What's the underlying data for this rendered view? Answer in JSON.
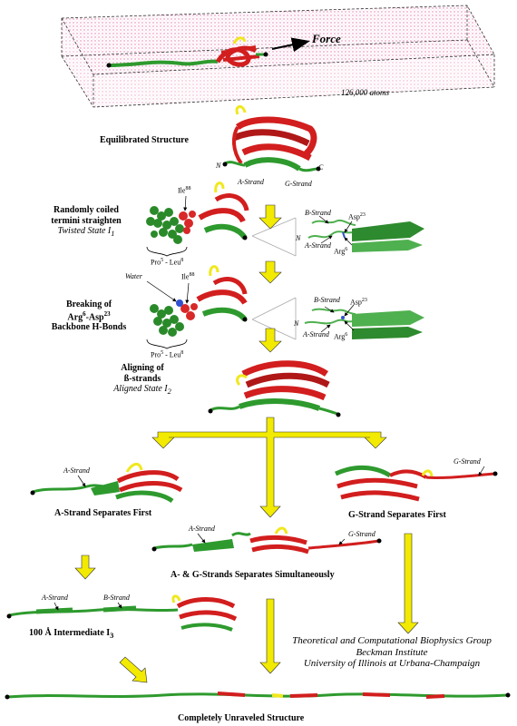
{
  "box": {
    "force_label": "Force",
    "atoms_label": "126,000 atoms"
  },
  "stages": {
    "equilibrated": "Equilibrated Structure",
    "straighten": {
      "line1": "Randomly coiled",
      "line2": "termini straighten",
      "state_prefix": "Twisted State I",
      "state_sub": "1"
    },
    "breaking": {
      "line1_a": "Breaking of",
      "line2_a": "Arg",
      "line2_sup1": "6",
      "line2_b": "-Asp",
      "line2_sup2": "23",
      "line3": "Backbone H-Bonds"
    },
    "aligning": {
      "line1": "Aligning of",
      "line2": "ß-strands",
      "state_prefix": "Aligned State I",
      "state_sub": "2"
    },
    "a_first": "A-Strand Separates First",
    "g_first": "G-Strand Separates First",
    "simultaneous": "A- & G-Strands Separates Simultaneously",
    "intermediate": {
      "prefix": "100 Å Intermediate I",
      "sub": "3"
    },
    "unraveled": "Completely Unraveled Structure"
  },
  "annotations": {
    "a_strand": "A-Strand",
    "g_strand": "G-Strand",
    "b_strand": "B-Strand",
    "n_term": "N",
    "c_term": "C",
    "water": "Water",
    "ile": "Ile",
    "ile_num": "88",
    "asp": "Asp",
    "asp_num": "23",
    "arg": "Arg",
    "arg_num": "6",
    "pro": "Pro",
    "pro_num": "5",
    "leu_sep": " - Leu",
    "leu_num": "8"
  },
  "credit": {
    "line1": "Theoretical and Computational Biophysics Group",
    "line2": "Beckman Institute",
    "line3": "University of Illinois at Urbana-Champaign"
  },
  "colors": {
    "red": "#d21e1e",
    "green": "#2e9a2e",
    "yellow": "#f0e81e",
    "arrow_yellow": "#f2ea00",
    "pink_dots": "#e05a9a"
  }
}
